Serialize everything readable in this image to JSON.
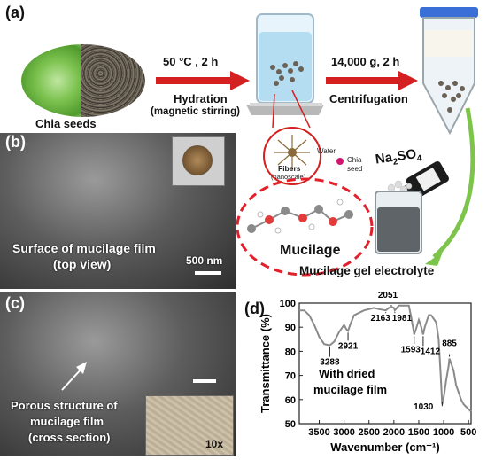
{
  "panel_a": {
    "label": "(a)",
    "chia_seeds": "Chia seeds",
    "step1_condition": "50 °C , 2 h",
    "step1_name": "Hydration",
    "step1_detail": "(magnetic stirring)",
    "step2_condition": "14,000 g, 2 h",
    "step2_name": "Centrifugation",
    "salt": "Na2SO4",
    "fibers": "Fibers",
    "fibers_scale": "(nanoscale)",
    "water": "Water",
    "chia_seed": "Chia",
    "chia_seed_2": "seed",
    "mucilage": "Mucilage",
    "electrolyte": "Mucilage gel electrolyte"
  },
  "panel_b": {
    "label": "(b)",
    "caption_1": "Surface of mucilage film",
    "caption_2": "(top view)",
    "scale": "500 nm"
  },
  "panel_c": {
    "label": "(c)",
    "caption_1": "Porous structure of",
    "caption_2": "mucilage film",
    "caption_3": "(cross section)",
    "magnification": "10x"
  },
  "panel_d": {
    "label": "(d)",
    "annotation_1": "With dried",
    "annotation_2": "mucilage film"
  },
  "chart_data": {
    "type": "line",
    "xlabel": "Wavenumber (cm⁻¹)",
    "ylabel": "Transmittance (%)",
    "xlim": [
      3900,
      450
    ],
    "ylim": [
      50,
      100
    ],
    "x_reversed": true,
    "xticks": [
      3500,
      3000,
      2500,
      2000,
      1500,
      1000,
      500
    ],
    "yticks": [
      50,
      60,
      70,
      80,
      90,
      100
    ],
    "series": [
      {
        "x": [
          3900,
          3800,
          3700,
          3600,
          3500,
          3400,
          3288,
          3200,
          3100,
          3000,
          2950,
          2921,
          2880,
          2800,
          2600,
          2400,
          2300,
          2163,
          2100,
          2051,
          2000,
          1981,
          1900,
          1800,
          1700,
          1650,
          1600,
          1593,
          1560,
          1500,
          1450,
          1420,
          1412,
          1380,
          1300,
          1250,
          1150,
          1100,
          1060,
          1030,
          990,
          950,
          900,
          885,
          850,
          800,
          750,
          700,
          650,
          600,
          550,
          500,
          450
        ],
        "y": [
          97,
          97,
          95,
          91,
          86,
          83,
          82.5,
          84,
          88,
          91,
          89,
          88.5,
          91,
          95,
          97,
          98,
          97.5,
          97,
          98,
          98.5,
          98,
          97,
          99,
          99,
          99,
          94,
          88,
          87,
          89,
          93,
          90,
          87.5,
          87,
          90,
          95,
          95,
          92,
          85,
          70,
          58,
          62,
          68,
          74,
          77,
          75,
          72,
          66,
          63,
          60,
          58,
          57,
          56,
          55
        ]
      }
    ],
    "annotations": [
      {
        "label": "3288",
        "x": 3288,
        "y": 82.5
      },
      {
        "label": "2921",
        "x": 2921,
        "y": 88.5
      },
      {
        "label": "2051",
        "x": 2051,
        "y": 98.5
      },
      {
        "label": "2163",
        "x": 2163,
        "y": 97
      },
      {
        "label": "1981",
        "x": 1981,
        "y": 97
      },
      {
        "label": "1593",
        "x": 1593,
        "y": 87
      },
      {
        "label": "1412",
        "x": 1412,
        "y": 87
      },
      {
        "label": "885",
        "x": 885,
        "y": 77
      },
      {
        "label": "1030",
        "x": 1030,
        "y": 58
      }
    ]
  }
}
